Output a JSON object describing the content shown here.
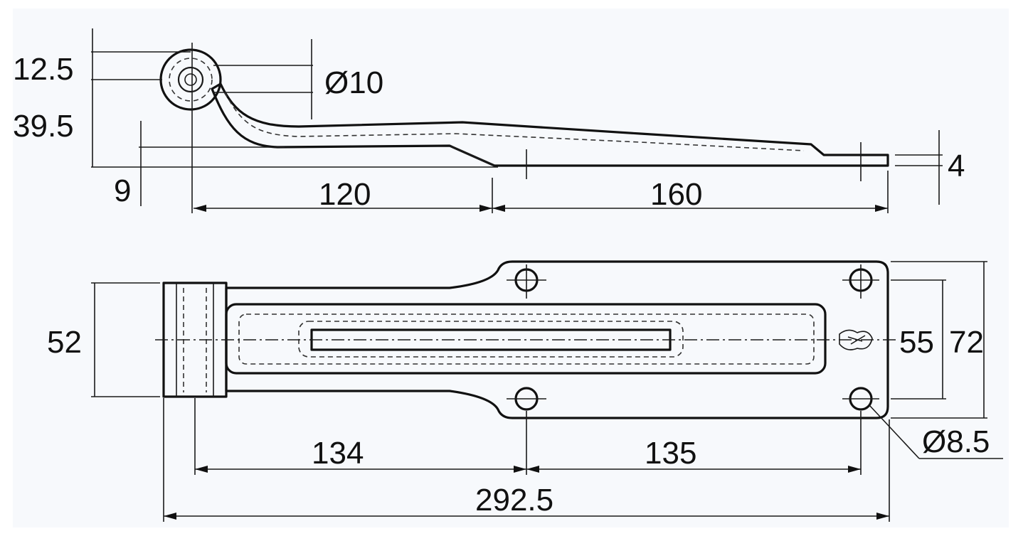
{
  "colors": {
    "background": "#ffffff",
    "sheet": "#f7f9fc",
    "part_fill": "#d9dadc",
    "line": "#111111"
  },
  "side_view": {
    "dim_eye_height": "12.5",
    "dim_pin_diameter": "Ø10",
    "dim_overall_height": "39.5",
    "dim_offset": "9",
    "dim_length_1": "120",
    "dim_length_2": "160",
    "dim_thickness": "4"
  },
  "top_view": {
    "dim_width": "52",
    "dim_hole_spacing": "55",
    "dim_plate_width": "72",
    "dim_hole_diameter": "Ø8.5",
    "dim_hole_pos_1": "134",
    "dim_hole_pos_2": "135",
    "dim_total_length": "292.5"
  }
}
